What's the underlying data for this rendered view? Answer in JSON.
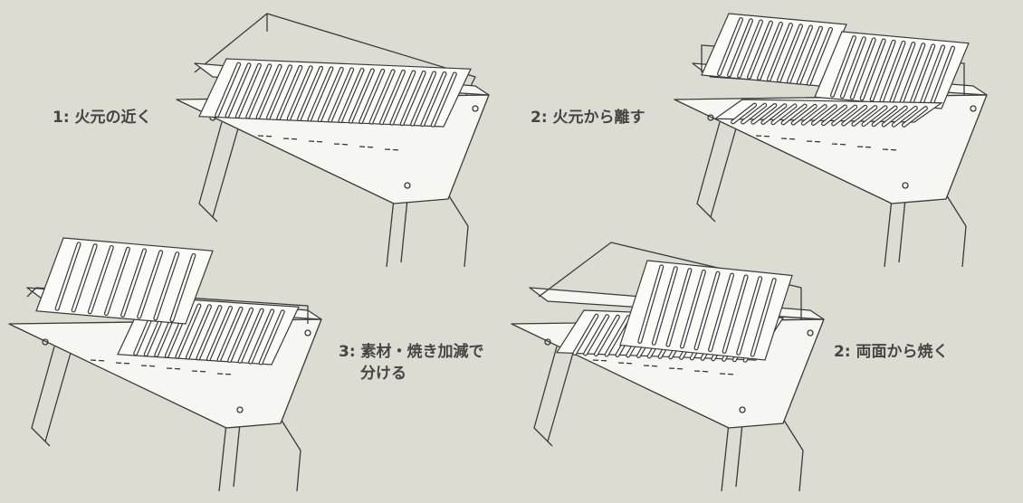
{
  "captions": [
    {
      "text": "1: 火元の近く"
    },
    {
      "text": "2: 火元から離す"
    },
    {
      "text": "3: 素材・焼き加減で",
      "line2": "分ける"
    },
    {
      "text": "2: 両面から焼く"
    }
  ],
  "colors": {
    "background": "#dcdcd3",
    "text": "#454545",
    "line": "#3a3a3a"
  }
}
